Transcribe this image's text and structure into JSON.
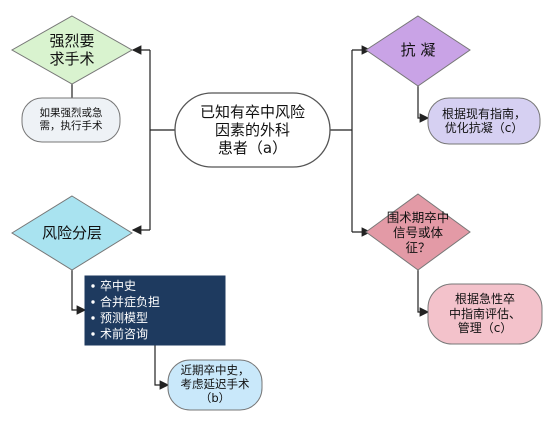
{
  "center": {
    "text": "已知有卒中风险\n因素的外科\n患者（a）"
  },
  "left_top": {
    "diamond": "强烈要\n求手术",
    "action": "如果强烈或急\n需，执行手术"
  },
  "left_bottom": {
    "diamond": "风险分层",
    "list": [
      "卒中史",
      "合并症负担",
      "预测模型",
      "术前咨询"
    ],
    "action": "近期卒中史，\n考虑延迟手术\n（b）"
  },
  "right_top": {
    "diamond": "抗  凝",
    "action": "根据现有指南，\n优化抗凝（c）"
  },
  "right_bottom": {
    "diamond": "围术期卒中\n信号或体\n征？",
    "action": "根据急性卒\n中指南评估、\n管理（c）"
  },
  "colors": {
    "diamond_green": "#d9f3cf",
    "diamond_blue": "#a9e3f0",
    "diamond_purple": "#c9a3e6",
    "diamond_pink": "#e39aa6",
    "rounded_light": "#eef2f6",
    "rounded_blue": "#c9e8fa",
    "rounded_purple": "#d6d0f2",
    "rounded_pink": "#f3c2cb",
    "list_box": "#1e3a5f"
  }
}
